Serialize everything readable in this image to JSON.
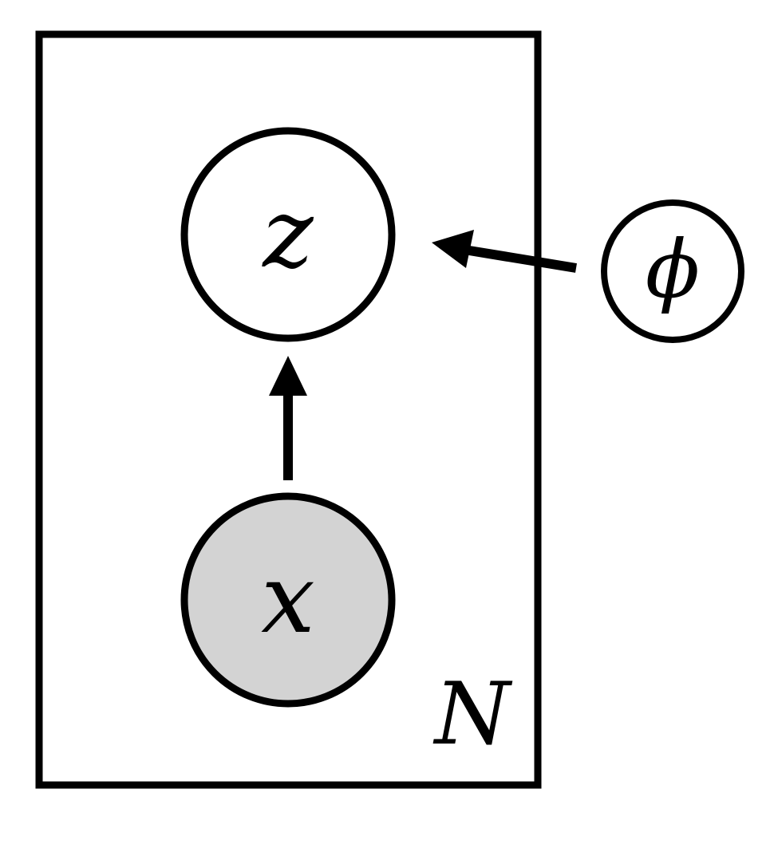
{
  "plate": {
    "label": "N"
  },
  "nodes": [
    {
      "id": "z",
      "label": "z",
      "observed": false
    },
    {
      "id": "x",
      "label": "x",
      "observed": true
    },
    {
      "id": "phi",
      "label": "ϕ",
      "observed": false
    }
  ],
  "edges": [
    {
      "from": "x",
      "to": "z"
    },
    {
      "from": "phi",
      "to": "z"
    }
  ],
  "colors": {
    "stroke": "#000000",
    "observed_fill": "#d3d3d3",
    "latent_fill": "#ffffff"
  }
}
